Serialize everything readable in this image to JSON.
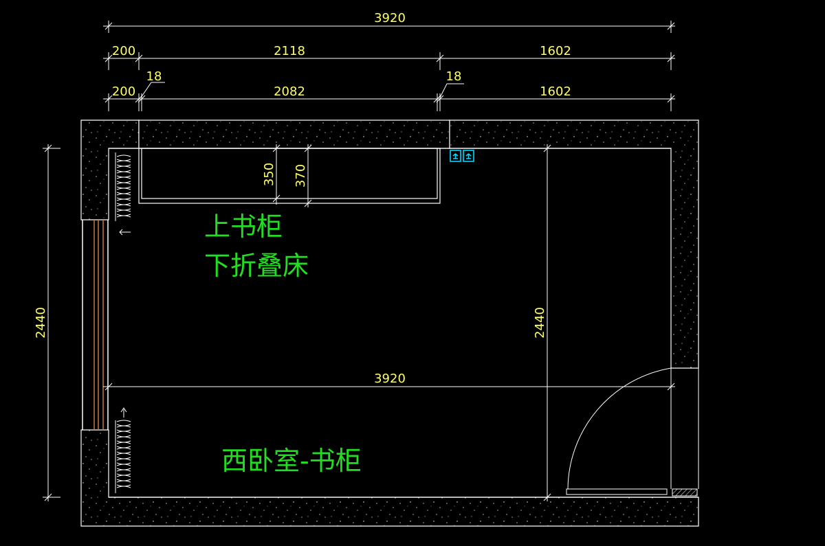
{
  "colors": {
    "background": "#000000",
    "line": "#ffffff",
    "dimension": "#ffff66",
    "label": "#22dd22",
    "socket": "#00d8ff",
    "window": "#c87840",
    "wall_speckle": "#6f8fb0"
  },
  "dimensions": {
    "top_total": "3920",
    "row2_left": "200",
    "row2_mid": "2118",
    "row2_right": "1602",
    "row3_left_thin": "18",
    "row3_right_thin": "18",
    "row3_left": "200",
    "row3_mid": "2082",
    "row3_right": "1602",
    "cabinet_depth_1": "350",
    "cabinet_depth_2": "370",
    "left_height": "2440",
    "inner_height": "2440",
    "inner_width": "3920"
  },
  "labels": {
    "cabinet_note_line1": "上书柜",
    "cabinet_note_line2": "下折叠床",
    "room_title": "西卧室-书柜"
  },
  "icons": {
    "socket": "socket-outlet-icon",
    "curtain": "curtain-icon",
    "door": "door-swing-icon"
  }
}
